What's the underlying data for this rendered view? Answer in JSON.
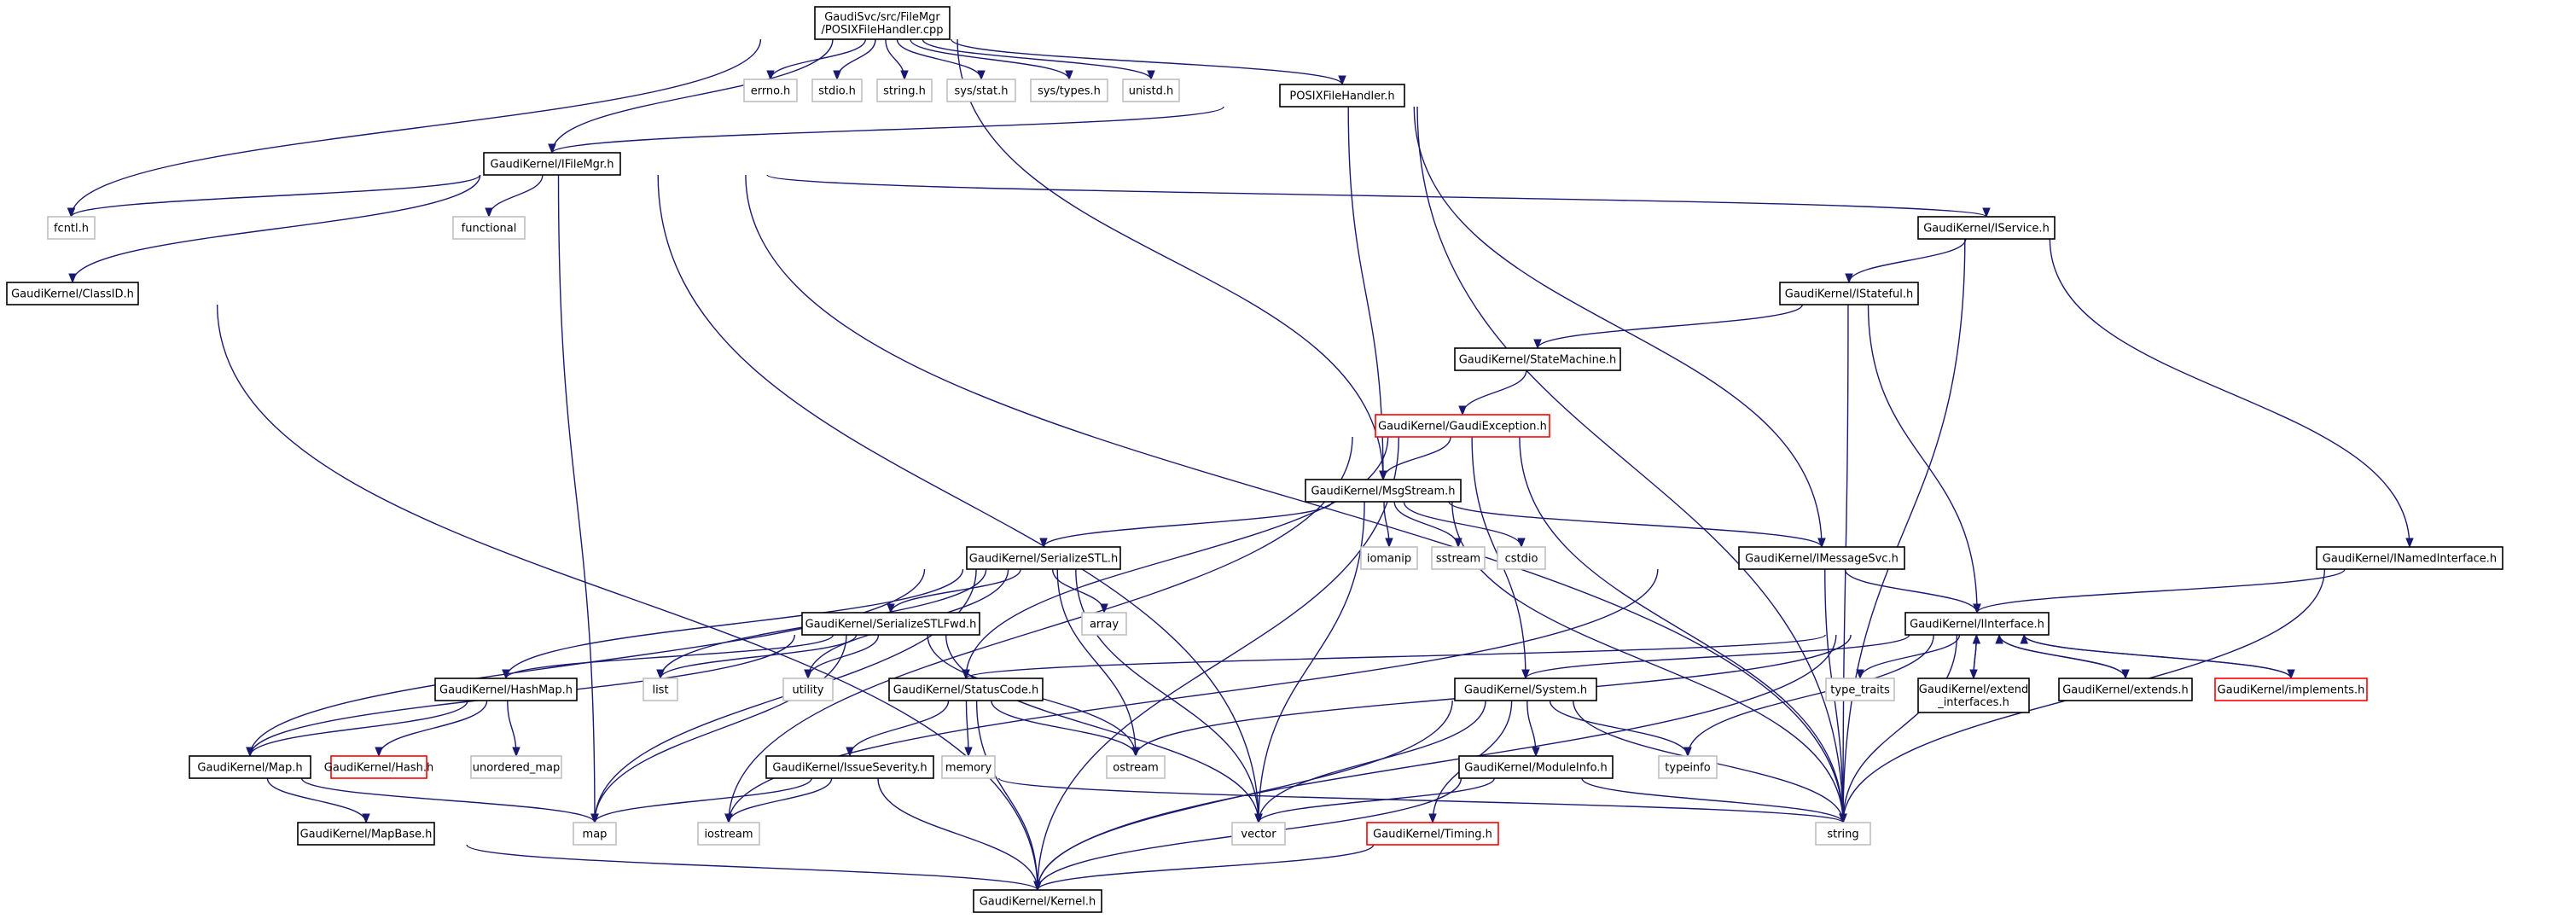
{
  "graph": {
    "colors": {
      "root_fill": "#bfbfbf",
      "node_border": "#000000",
      "incomplete_border": "#ff0000",
      "external_border": "#bfbfbf",
      "edge": "#191970"
    },
    "nodes": [
      {
        "id": "root",
        "lines": [
          "GaudiSvc/src/FileMgr",
          "/POSIXFileHandler.cpp"
        ],
        "kind": "root"
      },
      {
        "id": "errno",
        "lines": [
          "errno.h"
        ],
        "kind": "external"
      },
      {
        "id": "stdio",
        "lines": [
          "stdio.h"
        ],
        "kind": "external"
      },
      {
        "id": "stringh",
        "lines": [
          "string.h"
        ],
        "kind": "external"
      },
      {
        "id": "sysstat",
        "lines": [
          "sys/stat.h"
        ],
        "kind": "external"
      },
      {
        "id": "systypes",
        "lines": [
          "sys/types.h"
        ],
        "kind": "external"
      },
      {
        "id": "unistd",
        "lines": [
          "unistd.h"
        ],
        "kind": "external"
      },
      {
        "id": "posixh",
        "lines": [
          "POSIXFileHandler.h"
        ],
        "kind": "normal"
      },
      {
        "id": "ifilemgr",
        "lines": [
          "GaudiKernel/IFileMgr.h"
        ],
        "kind": "normal"
      },
      {
        "id": "fcntl",
        "lines": [
          "fcntl.h"
        ],
        "kind": "external"
      },
      {
        "id": "functional",
        "lines": [
          "functional"
        ],
        "kind": "external"
      },
      {
        "id": "classid",
        "lines": [
          "GaudiKernel/ClassID.h"
        ],
        "kind": "normal"
      },
      {
        "id": "iservice",
        "lines": [
          "GaudiKernel/IService.h"
        ],
        "kind": "normal"
      },
      {
        "id": "istateful",
        "lines": [
          "GaudiKernel/IStateful.h"
        ],
        "kind": "normal"
      },
      {
        "id": "statemachine",
        "lines": [
          "GaudiKernel/StateMachine.h"
        ],
        "kind": "normal"
      },
      {
        "id": "gaudiexception",
        "lines": [
          "GaudiKernel/GaudiException.h"
        ],
        "kind": "incomplete"
      },
      {
        "id": "msgstream",
        "lines": [
          "GaudiKernel/MsgStream.h"
        ],
        "kind": "normal"
      },
      {
        "id": "iomanip",
        "lines": [
          "iomanip"
        ],
        "kind": "external"
      },
      {
        "id": "sstream",
        "lines": [
          "sstream"
        ],
        "kind": "external"
      },
      {
        "id": "cstdio",
        "lines": [
          "cstdio"
        ],
        "kind": "external"
      },
      {
        "id": "imessagesvc",
        "lines": [
          "GaudiKernel/IMessageSvc.h"
        ],
        "kind": "normal"
      },
      {
        "id": "inamedinterface",
        "lines": [
          "GaudiKernel/INamedInterface.h"
        ],
        "kind": "normal"
      },
      {
        "id": "serializestl",
        "lines": [
          "GaudiKernel/SerializeSTL.h"
        ],
        "kind": "normal"
      },
      {
        "id": "array",
        "lines": [
          "array"
        ],
        "kind": "external"
      },
      {
        "id": "serializestlfwd",
        "lines": [
          "GaudiKernel/SerializeSTLFwd.h"
        ],
        "kind": "normal"
      },
      {
        "id": "iinterface",
        "lines": [
          "GaudiKernel/IInterface.h"
        ],
        "kind": "normal"
      },
      {
        "id": "list",
        "lines": [
          "list"
        ],
        "kind": "external"
      },
      {
        "id": "utility",
        "lines": [
          "utility"
        ],
        "kind": "external"
      },
      {
        "id": "hashmap",
        "lines": [
          "GaudiKernel/HashMap.h"
        ],
        "kind": "normal"
      },
      {
        "id": "statuscode",
        "lines": [
          "GaudiKernel/StatusCode.h"
        ],
        "kind": "normal"
      },
      {
        "id": "system",
        "lines": [
          "GaudiKernel/System.h"
        ],
        "kind": "normal"
      },
      {
        "id": "typetraits",
        "lines": [
          "type_traits"
        ],
        "kind": "external"
      },
      {
        "id": "extendinterfaces",
        "lines": [
          "GaudiKernel/extend",
          "_interfaces.h"
        ],
        "kind": "normal"
      },
      {
        "id": "extends",
        "lines": [
          "GaudiKernel/extends.h"
        ],
        "kind": "normal"
      },
      {
        "id": "implements",
        "lines": [
          "GaudiKernel/implements.h"
        ],
        "kind": "incomplete"
      },
      {
        "id": "maph",
        "lines": [
          "GaudiKernel/Map.h"
        ],
        "kind": "normal"
      },
      {
        "id": "hashh",
        "lines": [
          "GaudiKernel/Hash.h"
        ],
        "kind": "incomplete"
      },
      {
        "id": "unorderedmap",
        "lines": [
          "unordered_map"
        ],
        "kind": "external"
      },
      {
        "id": "issueseverity",
        "lines": [
          "GaudiKernel/IssueSeverity.h"
        ],
        "kind": "normal"
      },
      {
        "id": "memory",
        "lines": [
          "memory"
        ],
        "kind": "external"
      },
      {
        "id": "ostream",
        "lines": [
          "ostream"
        ],
        "kind": "external"
      },
      {
        "id": "moduleinfo",
        "lines": [
          "GaudiKernel/ModuleInfo.h"
        ],
        "kind": "normal"
      },
      {
        "id": "typeinfo",
        "lines": [
          "typeinfo"
        ],
        "kind": "external"
      },
      {
        "id": "mapbase",
        "lines": [
          "GaudiKernel/MapBase.h"
        ],
        "kind": "normal"
      },
      {
        "id": "map",
        "lines": [
          "map"
        ],
        "kind": "external"
      },
      {
        "id": "iostream",
        "lines": [
          "iostream"
        ],
        "kind": "external"
      },
      {
        "id": "vector",
        "lines": [
          "vector"
        ],
        "kind": "external"
      },
      {
        "id": "timing",
        "lines": [
          "GaudiKernel/Timing.h"
        ],
        "kind": "incomplete"
      },
      {
        "id": "string",
        "lines": [
          "string"
        ],
        "kind": "external"
      },
      {
        "id": "kernel",
        "lines": [
          "GaudiKernel/Kernel.h"
        ],
        "kind": "normal"
      }
    ],
    "edges": [
      [
        "root",
        "errno"
      ],
      [
        "root",
        "stdio"
      ],
      [
        "root",
        "stringh"
      ],
      [
        "root",
        "sysstat"
      ],
      [
        "root",
        "systypes"
      ],
      [
        "root",
        "unistd"
      ],
      [
        "root",
        "posixh"
      ],
      [
        "root",
        "ifilemgr"
      ],
      [
        "root",
        "fcntl"
      ],
      [
        "root",
        "msgstream"
      ],
      [
        "posixh",
        "ifilemgr"
      ],
      [
        "posixh",
        "msgstream"
      ],
      [
        "posixh",
        "imessagesvc"
      ],
      [
        "posixh",
        "string"
      ],
      [
        "ifilemgr",
        "fcntl"
      ],
      [
        "ifilemgr",
        "functional"
      ],
      [
        "ifilemgr",
        "classid"
      ],
      [
        "ifilemgr",
        "iservice"
      ],
      [
        "ifilemgr",
        "map"
      ],
      [
        "ifilemgr",
        "vector"
      ],
      [
        "ifilemgr",
        "string"
      ],
      [
        "classid",
        "kernel"
      ],
      [
        "iservice",
        "istateful"
      ],
      [
        "iservice",
        "inamedinterface"
      ],
      [
        "iservice",
        "string"
      ],
      [
        "istateful",
        "statemachine"
      ],
      [
        "istateful",
        "iinterface"
      ],
      [
        "istateful",
        "string"
      ],
      [
        "statemachine",
        "gaudiexception"
      ],
      [
        "gaudiexception",
        "msgstream"
      ],
      [
        "gaudiexception",
        "system"
      ],
      [
        "gaudiexception",
        "statuscode"
      ],
      [
        "gaudiexception",
        "kernel"
      ],
      [
        "gaudiexception",
        "string"
      ],
      [
        "gaudiexception",
        "iostream"
      ],
      [
        "msgstream",
        "iomanip"
      ],
      [
        "msgstream",
        "sstream"
      ],
      [
        "msgstream",
        "cstdio"
      ],
      [
        "msgstream",
        "imessagesvc"
      ],
      [
        "msgstream",
        "serializestl"
      ],
      [
        "msgstream",
        "vector"
      ],
      [
        "msgstream",
        "string"
      ],
      [
        "imessagesvc",
        "iinterface"
      ],
      [
        "imessagesvc",
        "string"
      ],
      [
        "imessagesvc",
        "iostream"
      ],
      [
        "inamedinterface",
        "iinterface"
      ],
      [
        "inamedinterface",
        "string"
      ],
      [
        "serializestl",
        "array"
      ],
      [
        "serializestl",
        "serializestlfwd"
      ],
      [
        "serializestl",
        "list"
      ],
      [
        "serializestl",
        "utility"
      ],
      [
        "serializestl",
        "hashmap"
      ],
      [
        "serializestl",
        "maph"
      ],
      [
        "serializestl",
        "ostream"
      ],
      [
        "serializestl",
        "vector"
      ],
      [
        "serializestl",
        "map"
      ],
      [
        "serializestlfwd",
        "list"
      ],
      [
        "serializestlfwd",
        "utility"
      ],
      [
        "serializestlfwd",
        "hashmap"
      ],
      [
        "serializestlfwd",
        "maph"
      ],
      [
        "serializestlfwd",
        "map"
      ],
      [
        "serializestlfwd",
        "ostream"
      ],
      [
        "serializestlfwd",
        "vector"
      ],
      [
        "iinterface",
        "statuscode"
      ],
      [
        "iinterface",
        "system"
      ],
      [
        "iinterface",
        "typetraits"
      ],
      [
        "iinterface",
        "extendinterfaces"
      ],
      [
        "iinterface",
        "extends"
      ],
      [
        "iinterface",
        "implements"
      ],
      [
        "iinterface",
        "ostream"
      ],
      [
        "iinterface",
        "typeinfo"
      ],
      [
        "iinterface",
        "string"
      ],
      [
        "iinterface",
        "kernel"
      ],
      [
        "extendinterfaces",
        "iinterface"
      ],
      [
        "extends",
        "iinterface"
      ],
      [
        "implements",
        "iinterface"
      ],
      [
        "hashmap",
        "maph"
      ],
      [
        "hashmap",
        "hashh"
      ],
      [
        "hashmap",
        "unorderedmap"
      ],
      [
        "maph",
        "mapbase"
      ],
      [
        "maph",
        "map"
      ],
      [
        "mapbase",
        "kernel"
      ],
      [
        "statuscode",
        "issueseverity"
      ],
      [
        "statuscode",
        "memory"
      ],
      [
        "statuscode",
        "ostream"
      ],
      [
        "statuscode",
        "kernel"
      ],
      [
        "issueseverity",
        "map"
      ],
      [
        "issueseverity",
        "iostream"
      ],
      [
        "issueseverity",
        "string"
      ],
      [
        "issueseverity",
        "kernel"
      ],
      [
        "system",
        "moduleinfo"
      ],
      [
        "system",
        "timing"
      ],
      [
        "system",
        "typeinfo"
      ],
      [
        "system",
        "vector"
      ],
      [
        "system",
        "string"
      ],
      [
        "system",
        "kernel"
      ],
      [
        "moduleinfo",
        "vector"
      ],
      [
        "moduleinfo",
        "string"
      ],
      [
        "moduleinfo",
        "kernel"
      ],
      [
        "timing",
        "kernel"
      ]
    ]
  }
}
